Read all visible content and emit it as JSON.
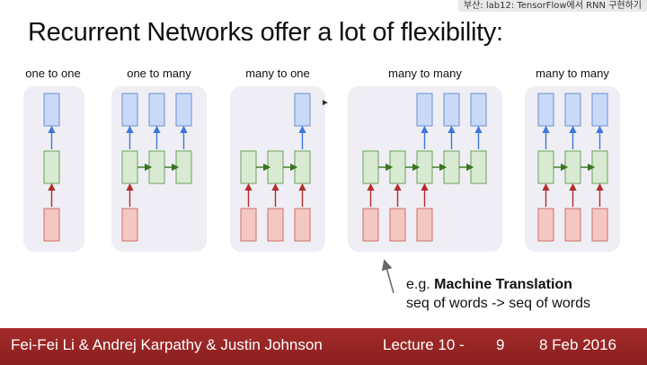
{
  "top_tag": "부산: lab12: TensorFlow에서 RNN 구현하기",
  "title": "Recurrent Networks offer a lot of flexibility:",
  "diagrams": [
    {
      "label": "one to one",
      "inputs": [
        1
      ],
      "hidden": 1,
      "outputs": [
        1
      ]
    },
    {
      "label": "one to many",
      "inputs": [
        1
      ],
      "hidden": 3,
      "outputs": [
        1,
        2,
        3
      ]
    },
    {
      "label": "many to one",
      "inputs": [
        1,
        2,
        3
      ],
      "hidden": 3,
      "outputs": [
        3
      ]
    },
    {
      "label": "many to many",
      "inputs": [
        1,
        2,
        3
      ],
      "hidden": 5,
      "outputs": [
        3,
        4,
        5
      ]
    },
    {
      "label": "many to many",
      "inputs": [
        1,
        2,
        3
      ],
      "hidden": 3,
      "outputs": [
        1,
        2,
        3
      ]
    }
  ],
  "note": {
    "prefix": "e.g. ",
    "highlight": "Machine Translation",
    "line2": "seq of words -> seq of words"
  },
  "footer": {
    "authors": "Fei-Fei Li & Andrej Karpathy & Justin Johnson",
    "lecture": "Lecture 10 -",
    "page": "9",
    "date": "8 Feb 2016"
  },
  "colors": {
    "input_fill": "#f4c7c3",
    "input_stroke": "#cc6f6a",
    "hidden_fill": "#d9ead3",
    "hidden_stroke": "#6aa35a",
    "output_fill": "#c9daf8",
    "output_stroke": "#6d8fd1",
    "arrow_red": "#b32d2d",
    "arrow_blue": "#3c78d8",
    "arrow_green": "#38761d",
    "footer_bg": "#9b2626"
  }
}
